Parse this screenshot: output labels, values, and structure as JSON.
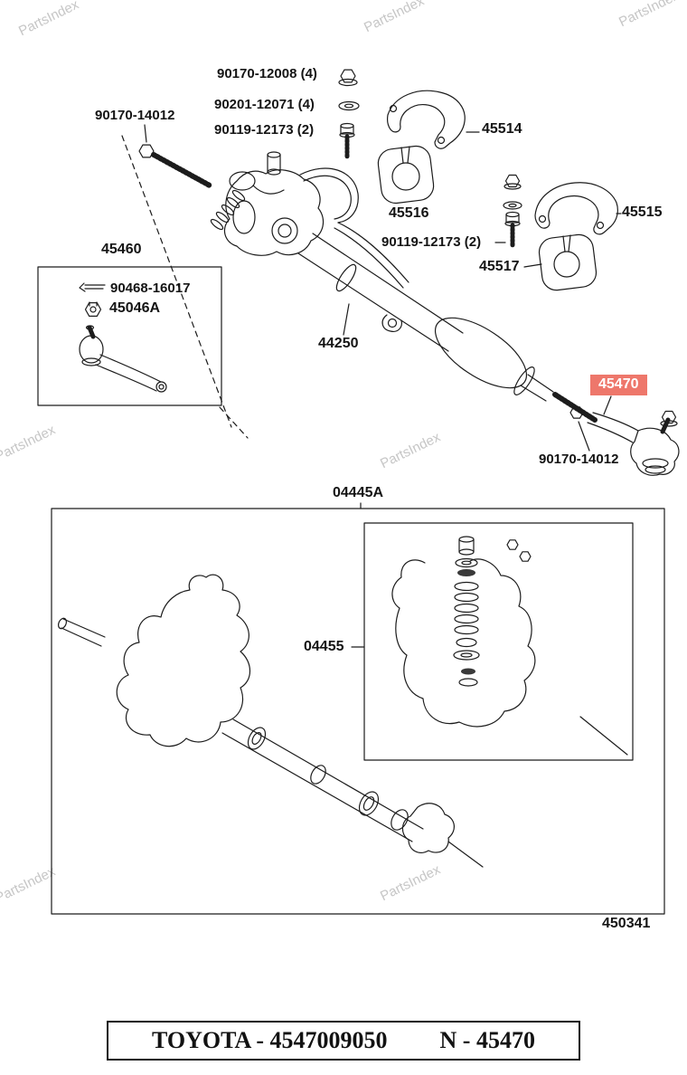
{
  "watermark": {
    "text": "PartsIndex",
    "color": "#c6c6c6"
  },
  "highlight": {
    "bg": "#ee776b",
    "fg": "#ffffff",
    "part": "45470"
  },
  "callouts": [
    {
      "text": "90170-12008 (4)"
    },
    {
      "text": "90201-12071 (4)"
    },
    {
      "text": "90119-12173 (2)"
    },
    {
      "text": "90170-14012"
    },
    {
      "text": "45514"
    },
    {
      "text": "45516"
    },
    {
      "text": "45515"
    },
    {
      "text": "90119-12173 (2)"
    },
    {
      "text": "45517"
    },
    {
      "text": "45460"
    },
    {
      "text": "90468-16017"
    },
    {
      "text": "45046A"
    },
    {
      "text": "44250"
    },
    {
      "text": "45470"
    },
    {
      "text": "90170-14012"
    },
    {
      "text": "04445A"
    },
    {
      "text": "04455"
    },
    {
      "text": "450341"
    }
  ],
  "footer": {
    "left": "TOYOTA - 4547009050",
    "right": "N - 45470"
  }
}
